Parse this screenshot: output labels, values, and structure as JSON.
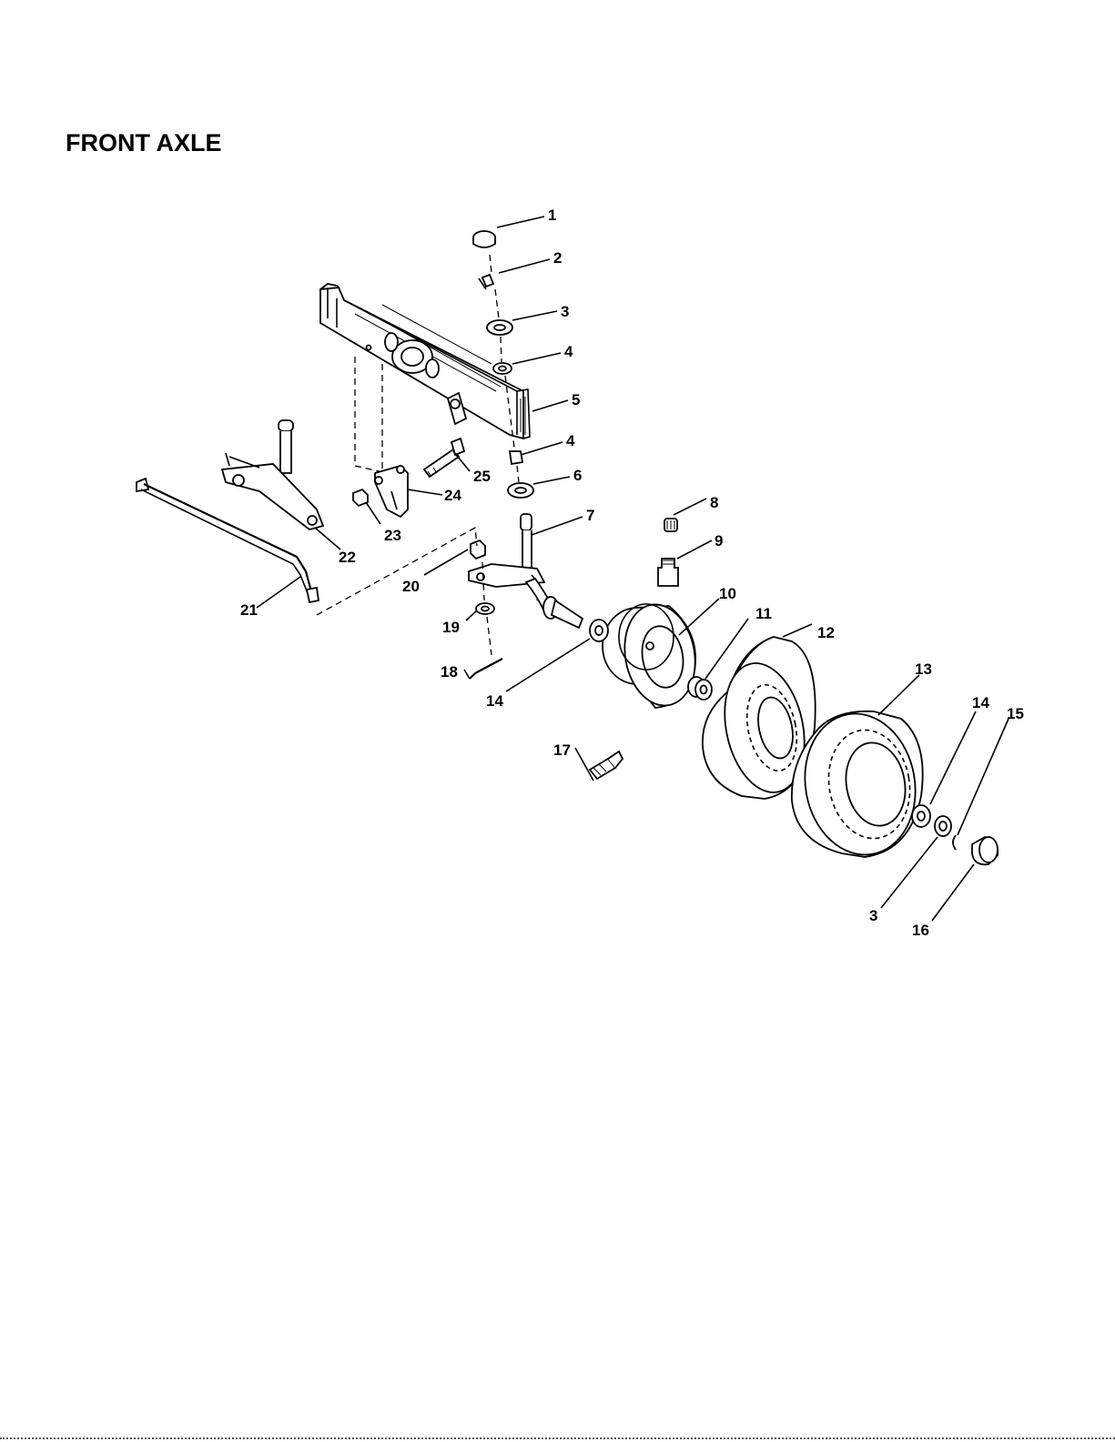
{
  "page": {
    "title": "FRONT AXLE"
  },
  "callouts": [
    {
      "id": "c1",
      "label": "1"
    },
    {
      "id": "c2",
      "label": "2"
    },
    {
      "id": "c3",
      "label": "3"
    },
    {
      "id": "c4a",
      "label": "4"
    },
    {
      "id": "c5",
      "label": "5"
    },
    {
      "id": "c4b",
      "label": "4"
    },
    {
      "id": "c6",
      "label": "6"
    },
    {
      "id": "c7",
      "label": "7"
    },
    {
      "id": "c8",
      "label": "8"
    },
    {
      "id": "c9",
      "label": "9"
    },
    {
      "id": "c10",
      "label": "10"
    },
    {
      "id": "c11",
      "label": "11"
    },
    {
      "id": "c12",
      "label": "12"
    },
    {
      "id": "c13",
      "label": "13"
    },
    {
      "id": "c14a",
      "label": "14"
    },
    {
      "id": "c14b",
      "label": "14"
    },
    {
      "id": "c15",
      "label": "15"
    },
    {
      "id": "c3b",
      "label": "3"
    },
    {
      "id": "c16",
      "label": "16"
    },
    {
      "id": "c17",
      "label": "17"
    },
    {
      "id": "c18",
      "label": "18"
    },
    {
      "id": "c19",
      "label": "19"
    },
    {
      "id": "c20",
      "label": "20"
    },
    {
      "id": "c21",
      "label": "21"
    },
    {
      "id": "c22",
      "label": "22"
    },
    {
      "id": "c23",
      "label": "23"
    },
    {
      "id": "c24",
      "label": "24"
    },
    {
      "id": "c25",
      "label": "25"
    }
  ]
}
